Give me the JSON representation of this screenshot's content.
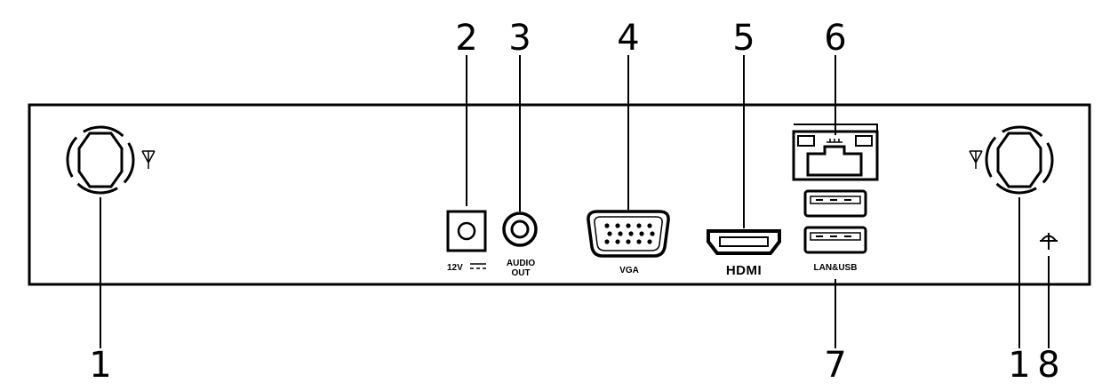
{
  "diagram": {
    "description_title": "Rear panel of network video recorder",
    "callouts": {
      "antenna_left": "1",
      "power": "2",
      "audio": "3",
      "vga": "4",
      "hdmi": "5",
      "lan": "6",
      "usb": "7",
      "antenna_right": "1",
      "ground": "8"
    },
    "port_labels": {
      "power": "12V",
      "audio_line1": "AUDIO",
      "audio_line2": "OUT",
      "vga": "VGA",
      "hdmi": "HDMI",
      "lan_usb": "LAN&USB"
    },
    "icons": [
      "antenna-icon",
      "dc-power-symbol-icon",
      "ground-icon"
    ]
  }
}
